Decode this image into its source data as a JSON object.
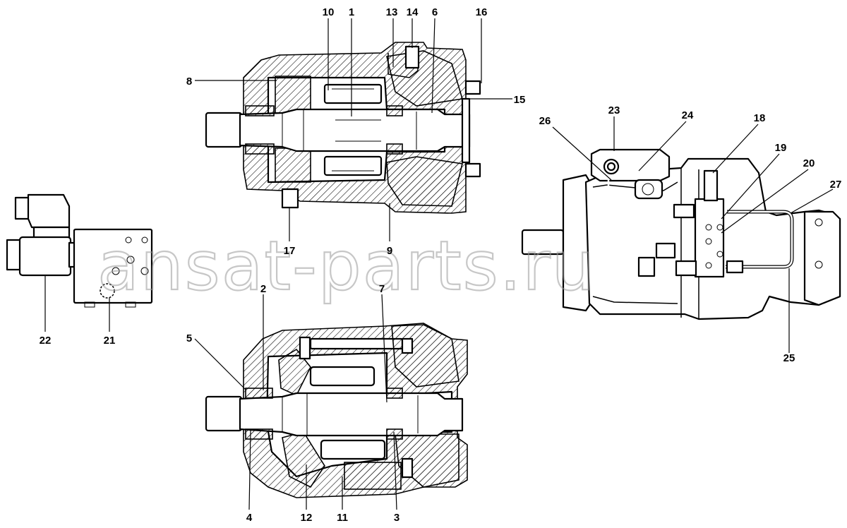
{
  "labels": {
    "l1": "1",
    "l2": "2",
    "l3": "3",
    "l4": "4",
    "l5": "5",
    "l6": "6",
    "l7": "7",
    "l8": "8",
    "l9": "9",
    "l10": "10",
    "l11": "11",
    "l12": "12",
    "l13": "13",
    "l14": "14",
    "l15": "15",
    "l16": "16",
    "l17": "17",
    "l18": "18",
    "l19": "19",
    "l20": "20",
    "l21": "21",
    "l22": "22",
    "l23": "23",
    "l24": "24",
    "l25": "25",
    "l26": "26",
    "l27": "27"
  },
  "watermark": "ansat-parts.ru"
}
